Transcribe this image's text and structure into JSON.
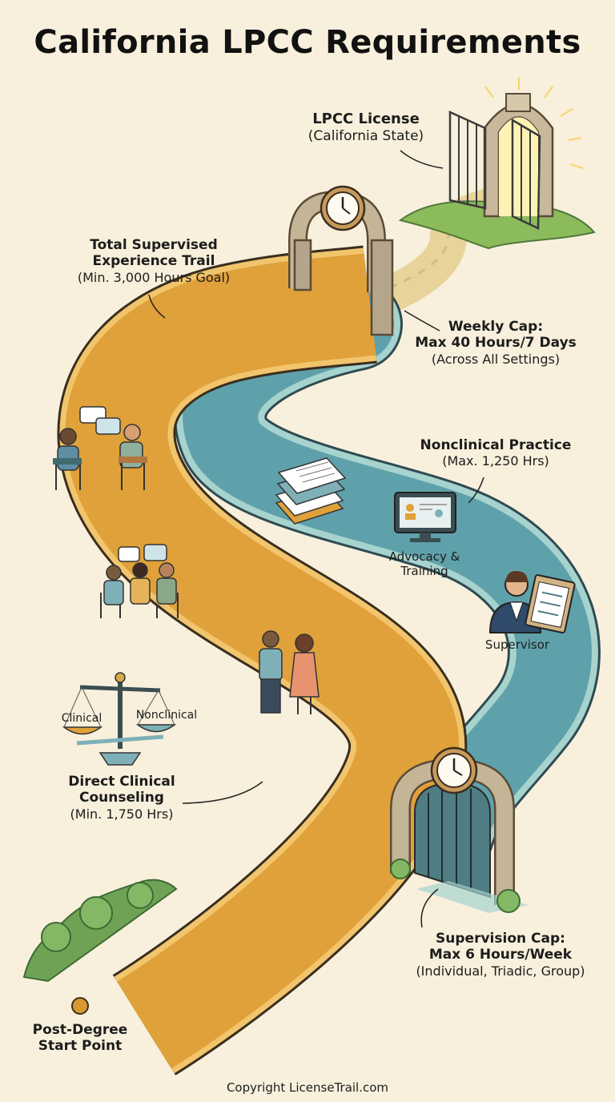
{
  "title": "California LPCC Requirements",
  "license": {
    "title": "LPCC License",
    "subtitle": "(California State)"
  },
  "total_trail": {
    "line1": "Total Supervised",
    "line2": "Experience Trail",
    "detail": "(Min. 3,000 Hours Goal)"
  },
  "weekly_cap": {
    "line1": "Weekly Cap:",
    "line2": "Max 40 Hours/7 Days",
    "detail": "(Across All Settings)"
  },
  "nonclinical": {
    "title": "Nonclinical Practice",
    "detail": "(Max. 1,250 Hrs)"
  },
  "advocacy": {
    "line1": "Advocacy &",
    "line2": "Training"
  },
  "supervisor": "Supervisor",
  "scale": {
    "left": "Clinical",
    "right": "Nonclinical"
  },
  "direct": {
    "line1": "Direct Clinical",
    "line2": "Counseling",
    "detail": "(Min. 1,750 Hrs)"
  },
  "supervision_cap": {
    "line1": "Supervision Cap:",
    "line2": "Max 6 Hours/Week",
    "detail": "(Individual, Triadic, Group)"
  },
  "start": {
    "line1": "Post-Degree",
    "line2": "Start Point"
  },
  "copyright": "Copyright LicenseTrail.com",
  "colors": {
    "orange_path": "#e0a13a",
    "blue_path": "#5fa1aa",
    "background": "#f8f0dc",
    "arch_stone": "#b5a58a"
  }
}
